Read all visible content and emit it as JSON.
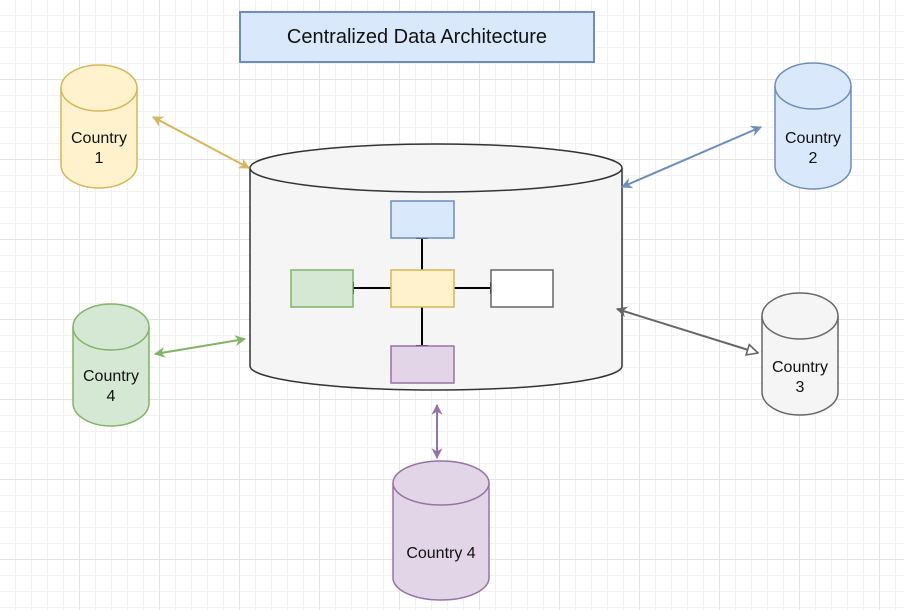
{
  "diagram": {
    "title": "Centralized Data Architecture",
    "central_store": {
      "shape": "cylinder",
      "fill": "#f5f5f5",
      "stroke": "#333333"
    },
    "inner_blocks": [
      {
        "id": "top",
        "fill": "#dae8fc",
        "stroke": "#6c8ebf"
      },
      {
        "id": "left",
        "fill": "#d5e8d4",
        "stroke": "#82b366"
      },
      {
        "id": "center",
        "fill": "#fff2cc",
        "stroke": "#d6b656"
      },
      {
        "id": "right",
        "fill": "#ffffff",
        "stroke": "#666666"
      },
      {
        "id": "bottom",
        "fill": "#e1d5e7",
        "stroke": "#9673a6"
      }
    ],
    "nodes": [
      {
        "id": "country-1",
        "label_line1": "Country",
        "label_line2": "1",
        "fill": "#fff2cc",
        "stroke": "#d6b656"
      },
      {
        "id": "country-2",
        "label_line1": "Country",
        "label_line2": "2",
        "fill": "#dae8fc",
        "stroke": "#6c8ebf"
      },
      {
        "id": "country-3",
        "label_line1": "Country",
        "label_line2": "3",
        "fill": "#f5f5f5",
        "stroke": "#666666"
      },
      {
        "id": "country-4-left",
        "label_line1": "Country",
        "label_line2": "4",
        "fill": "#d5e8d4",
        "stroke": "#82b366"
      },
      {
        "id": "country-4-bottom",
        "label_line1": "Country 4",
        "label_line2": "",
        "fill": "#e1d5e7",
        "stroke": "#9673a6"
      }
    ],
    "connectors": [
      {
        "from": "country-1",
        "to": "central-store",
        "color": "#d6b656",
        "style": "bidirectional"
      },
      {
        "from": "country-2",
        "to": "central-store",
        "color": "#6c8ebf",
        "style": "bidirectional"
      },
      {
        "from": "country-3",
        "to": "central-store",
        "color": "#666666",
        "style": "bidirectional-open-end"
      },
      {
        "from": "country-4-left",
        "to": "central-store",
        "color": "#82b366",
        "style": "bidirectional"
      },
      {
        "from": "country-4-bottom",
        "to": "central-store",
        "color": "#9673a6",
        "style": "bidirectional"
      }
    ]
  }
}
